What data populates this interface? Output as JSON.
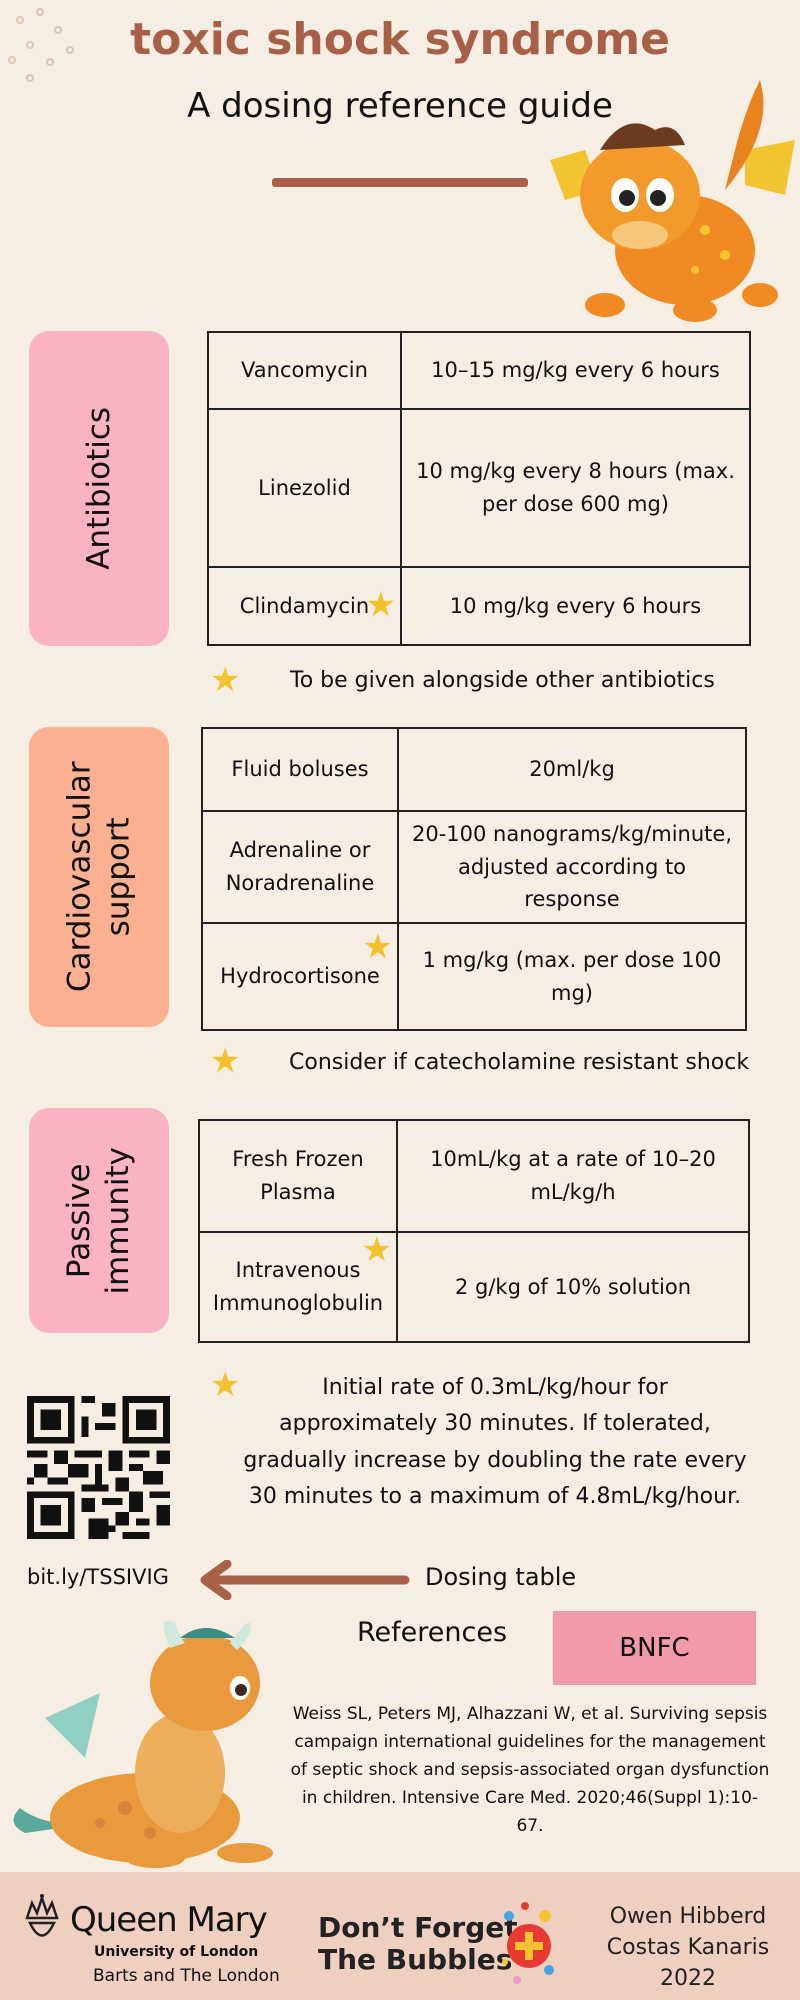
{
  "header": {
    "title": "toxic shock syndrome",
    "subtitle": "A dosing reference guide"
  },
  "sections": {
    "antibiotics": {
      "label": "Antibiotics",
      "rows": [
        {
          "drug": "Vancomycin",
          "dose": "10–15 mg/kg every 6 hours"
        },
        {
          "drug": "Linezolid",
          "dose": "10 mg/kg every 8 hours (max. per dose 600 mg)"
        },
        {
          "drug": "Clindamycin",
          "dose": "10 mg/kg  every 6 hours"
        }
      ],
      "note": "To be given alongside other antibiotics"
    },
    "cardio": {
      "label_line1": "Cardiovascular",
      "label_line2": "support",
      "rows": [
        {
          "drug": "Fluid boluses",
          "dose": "20ml/kg"
        },
        {
          "drug": "Adrenaline or Noradrenaline",
          "dose": "20-100 nanograms/kg/minute, adjusted according to response"
        },
        {
          "drug": "Hydrocortisone",
          "dose": "1 mg/kg (max. per dose 100 mg)"
        }
      ],
      "note": "Consider if catecholamine resistant shock"
    },
    "passive": {
      "label_line1": "Passive",
      "label_line2": "immunity",
      "rows": [
        {
          "drug": "Fresh Frozen Plasma",
          "dose": "10mL/kg  at a rate of 10–20 mL/kg/h"
        },
        {
          "drug": "Intravenous Immunoglobulin",
          "dose": "2 g/kg of 10% solution"
        }
      ],
      "note": "Initial rate of 0.3mL/kg/hour for approximately 30 minutes. If tolerated, gradually increase by doubling the rate every 30 minutes to a maximum of 4.8mL/kg/hour."
    }
  },
  "link": {
    "url_text": "bit.ly/TSSIVIG",
    "arrow_label": "Dosing table"
  },
  "references": {
    "heading": "References",
    "bnfc_label": "BNFC",
    "citation": "Weiss SL, Peters MJ, Alhazzani W, et al. Surviving sepsis campaign international guidelines for the management of septic shock and sepsis-associated organ dysfunction in children. Intensive Care Med. 2020;46(Suppl 1):10-67."
  },
  "footer": {
    "qm_name": "Queen Mary",
    "qm_sub": "University of London",
    "qm_sub2": "Barts and The London",
    "dftb_line1": "Don’t Forget",
    "dftb_line2": "The Bubbles",
    "author1": "Owen Hibberd",
    "author2": "Costas Kanaris",
    "year": "2022"
  },
  "colors": {
    "background": "#f6ede3",
    "accent": "#a85f48",
    "pink": "#fbb2c2",
    "peach": "#fbb191",
    "star": "#f3c12c",
    "footer": "#efcfc0"
  },
  "icons": [
    "star-icon",
    "qr-code-icon",
    "arrow-left-icon",
    "dragon-illustration",
    "crown-icon",
    "bubbles-cross-icon"
  ]
}
